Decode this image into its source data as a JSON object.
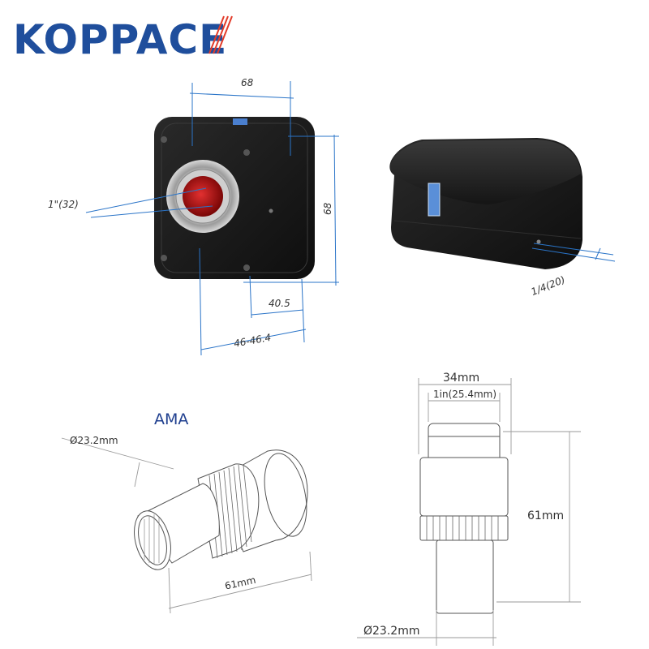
{
  "brand": {
    "name": "KOPPACE",
    "color": "#1f4e9c",
    "accent": "#e23c2a"
  },
  "camera_front": {
    "width_label": "68",
    "height_label": "68",
    "thread_label": "1\"(32)",
    "depth_inner_label": "40.5",
    "depth_outer_label": "46-46.4"
  },
  "camera_side": {
    "mount_label": "1/4(20)"
  },
  "adapter_left": {
    "name": "AMA",
    "name_color": "#1f3f8f",
    "diameter_label": "Ø23.2mm",
    "length_label": "61mm"
  },
  "adapter_right": {
    "outer_label": "34mm",
    "inner_label": "1in(25.4mm)",
    "length_label": "61mm",
    "diameter_label": "Ø23.2mm"
  },
  "colors": {
    "body": "#1b1b1b",
    "lens_red": "#c01818",
    "dim_line": "#2a74c8"
  }
}
